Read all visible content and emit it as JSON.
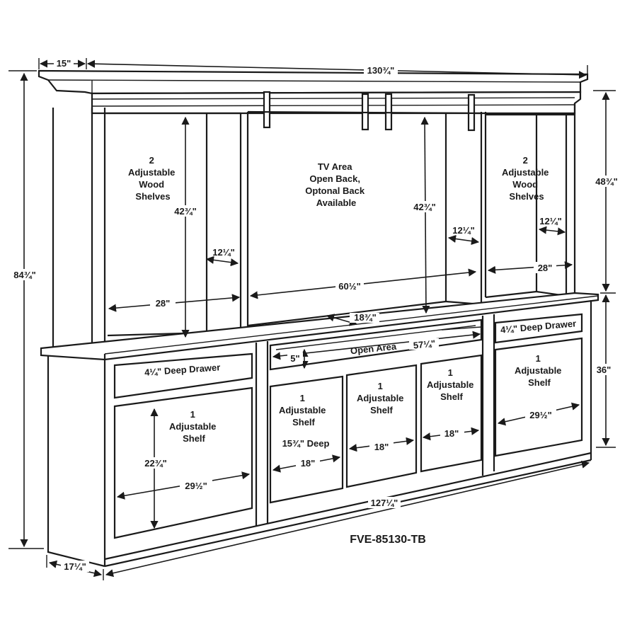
{
  "model": "FVE-85130-TB",
  "overall": {
    "top_depth": "15\"",
    "top_width": "130¾\"",
    "total_height": "84¾\"",
    "hutch_height": "48¾\"",
    "base_height": "36\"",
    "base_width": "127¼\"",
    "base_depth": "17¼\""
  },
  "left_hutch": {
    "label_lines": [
      "2",
      "Adjustable",
      "Wood",
      "Shelves"
    ],
    "height": "42¾\"",
    "depth": "12¼\"",
    "width": "28\""
  },
  "tv_area": {
    "label_lines": [
      "TV Area",
      "Open Back,",
      "Optonal Back",
      "Available"
    ],
    "height": "42¾\"",
    "depth": "12¼\"",
    "width": "60½\"",
    "base_depth": "18¾\""
  },
  "right_hutch": {
    "label_lines": [
      "2",
      "Adjustable",
      "Wood",
      "Shelves"
    ],
    "depth": "12¼\"",
    "width": "28\""
  },
  "base": {
    "left_drawer": "4¼\" Deep Drawer",
    "right_drawer": "4¼\" Deep Drawer",
    "open_area": "Open Area",
    "open_area_width": "57¼\"",
    "open_area_height": "5\"",
    "left_door": {
      "label_lines": [
        "1",
        "Adjustable",
        "Shelf"
      ],
      "height": "22¾\"",
      "width": "29½\""
    },
    "door_a": {
      "label_lines": [
        "1",
        "Adjustable",
        "Shelf"
      ],
      "deep": "15¾\" Deep",
      "width": "18\""
    },
    "door_b": {
      "label_lines": [
        "1",
        "Adjustable",
        "Shelf"
      ],
      "width": "18\""
    },
    "door_c": {
      "label_lines": [
        "1",
        "Adjustable",
        "Shelf"
      ],
      "width": "18\""
    },
    "right_door": {
      "label_lines": [
        "1",
        "Adjustable",
        "Shelf"
      ],
      "width": "29½\""
    }
  }
}
